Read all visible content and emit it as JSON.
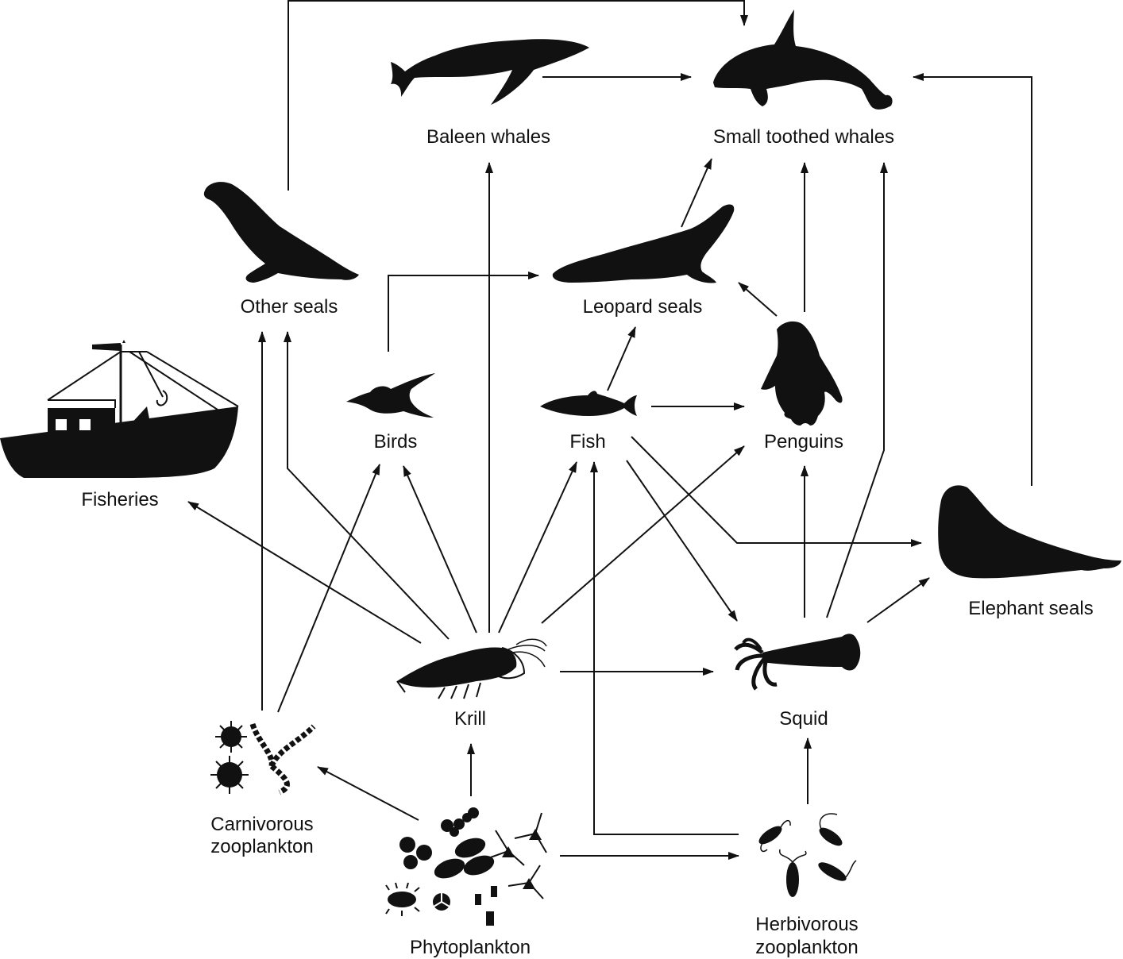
{
  "nodes": {
    "small_toothed_whales": {
      "label": "Small toothed whales",
      "icon": "toothed-whale-icon"
    },
    "baleen_whales": {
      "label": "Baleen whales",
      "icon": "baleen-whale-icon"
    },
    "other_seals": {
      "label": "Other seals",
      "icon": "seal-icon"
    },
    "leopard_seals": {
      "label": "Leopard seals",
      "icon": "leopard-seal-icon"
    },
    "birds": {
      "label": "Birds",
      "icon": "bird-icon"
    },
    "fish": {
      "label": "Fish",
      "icon": "fish-icon"
    },
    "penguins": {
      "label": "Penguins",
      "icon": "penguin-icon"
    },
    "fisheries": {
      "label": "Fisheries",
      "icon": "fishing-boat-icon"
    },
    "elephant_seals": {
      "label": "Elephant seals",
      "icon": "elephant-seal-icon"
    },
    "krill": {
      "label": "Krill",
      "icon": "krill-icon"
    },
    "squid": {
      "label": "Squid",
      "icon": "squid-icon"
    },
    "carnivorous_zooplankton": {
      "label_line1": "Carnivorous",
      "label_line2": "zooplankton",
      "icon": "carnivorous-zooplankton-icon"
    },
    "phytoplankton": {
      "label": "Phytoplankton",
      "icon": "phytoplankton-icon"
    },
    "herbivorous_zooplankton": {
      "label_line1": "Herbivorous",
      "label_line2": "zooplankton",
      "icon": "herbivorous-zooplankton-icon"
    }
  },
  "edges": [
    {
      "from": "other_seals",
      "to": "small_toothed_whales"
    },
    {
      "from": "baleen_whales",
      "to": "small_toothed_whales"
    },
    {
      "from": "elephant_seals",
      "to": "small_toothed_whales"
    },
    {
      "from": "leopard_seals",
      "to": "small_toothed_whales"
    },
    {
      "from": "penguins",
      "to": "small_toothed_whales"
    },
    {
      "from": "squid",
      "to": "small_toothed_whales"
    },
    {
      "from": "krill",
      "to": "baleen_whales"
    },
    {
      "from": "birds",
      "to": "leopard_seals"
    },
    {
      "from": "penguins",
      "to": "leopard_seals"
    },
    {
      "from": "fish",
      "to": "leopard_seals"
    },
    {
      "from": "fish",
      "to": "penguins"
    },
    {
      "from": "fish",
      "to": "elephant_seals"
    },
    {
      "from": "fish",
      "to": "squid"
    },
    {
      "from": "krill",
      "to": "other_seals"
    },
    {
      "from": "carnivorous_zooplankton",
      "to": "other_seals"
    },
    {
      "from": "krill",
      "to": "fisheries"
    },
    {
      "from": "krill",
      "to": "birds"
    },
    {
      "from": "carnivorous_zooplankton",
      "to": "birds"
    },
    {
      "from": "krill",
      "to": "fish"
    },
    {
      "from": "herbivorous_zooplankton",
      "to": "fish"
    },
    {
      "from": "krill",
      "to": "penguins"
    },
    {
      "from": "krill",
      "to": "squid"
    },
    {
      "from": "squid",
      "to": "penguins"
    },
    {
      "from": "squid",
      "to": "elephant_seals"
    },
    {
      "from": "phytoplankton",
      "to": "krill"
    },
    {
      "from": "phytoplankton",
      "to": "carnivorous_zooplankton"
    },
    {
      "from": "phytoplankton",
      "to": "herbivorous_zooplankton"
    },
    {
      "from": "herbivorous_zooplankton",
      "to": "squid"
    }
  ],
  "colors": {
    "ink": "#111111",
    "background": "#ffffff"
  }
}
